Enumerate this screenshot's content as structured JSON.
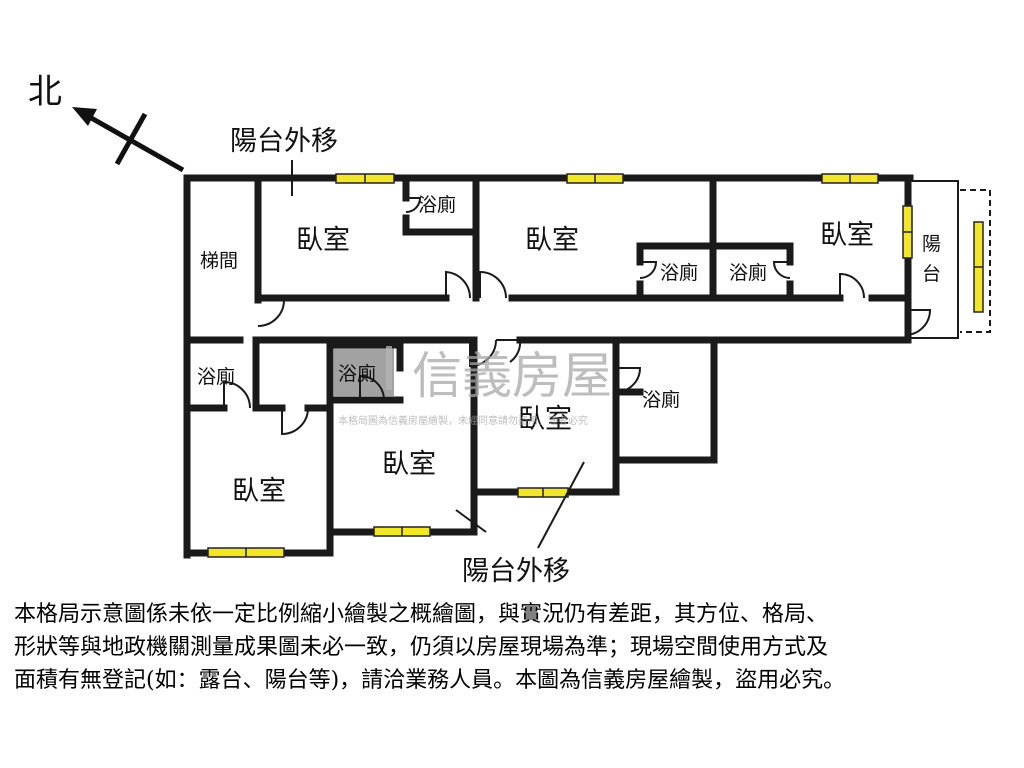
{
  "compass": {
    "label": "北"
  },
  "rooms": {
    "bedroom_1": "臥室",
    "bedroom_2": "臥室",
    "bedroom_3": "臥室",
    "bedroom_4": "臥室",
    "bedroom_5": "臥室",
    "bedroom_6": "臥室",
    "stairwell": "梯間",
    "bath_1": "浴廁",
    "bath_2": "浴廁",
    "bath_3": "浴廁",
    "bath_4": "浴廁",
    "bath_5": "浴廁",
    "bath_6": "浴廁",
    "balcony_top": "陽",
    "balcony_bottom": "台"
  },
  "annotations": {
    "balcony_moved_top": "陽台外移",
    "balcony_moved_bottom": "陽台外移"
  },
  "watermark": {
    "brand": "信義房屋",
    "caption": "本格局圖為信義房屋繪製，未經同意請勿盜用，違者必究"
  },
  "disclaimer": {
    "line1": "本格局示意圖係未依一定比例縮小繪製之概繪圖，與實況仍有差距，其方位、格局、",
    "line2": "形狀等與地政機關測量成果圖未必一致，仍須以房屋現場為準；現場空間使用方式及",
    "line3": "面積有無登記(如：露台、陽台等)，請洽業務人員。本圖為信義房屋繪製，盜用必究。"
  },
  "colors": {
    "wall": "#1a1a1a",
    "window": "#f1e62a",
    "watermark": "#a8a8a8"
  }
}
